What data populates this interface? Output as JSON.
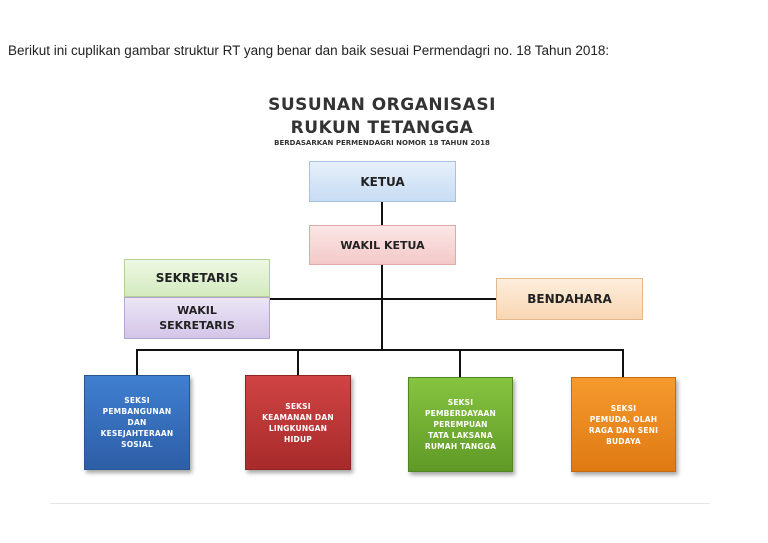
{
  "intro_text": "Berikut ini cuplikan gambar struktur RT yang benar dan baik sesuai Permendagri no. 18 Tahun 2018:",
  "chart": {
    "title_line1": "SUSUNAN ORGANISASI",
    "title_line2": "RUKUN TETANGGA",
    "subtitle": "BERDASARKAN PERMENDAGRI NOMOR 18 TAHUN 2018",
    "nodes": {
      "ketua": "KETUA",
      "wakil_ketua": "WAKIL KETUA",
      "sekretaris": "SEKRETARIS",
      "wakil_sekretaris": "WAKIL\nSEKRETARIS",
      "bendahara": "BENDAHARA"
    },
    "seksi": [
      "SEKSI\nPEMBANGUNAN\nDAN\nKESEJAHTERAAN\nSOSIAL",
      "SEKSI\nKEAMANAN DAN\nLINGKUNGAN\nHIDUP",
      "SEKSI\nPEMBERDAYAAN\nPEREMPUAN\nTATA LAKSANA\nRUMAH TANGGA",
      "SEKSI\nPEMUDA, OLAH\nRAGA DAN SENI\nBUDAYA"
    ],
    "colors": {
      "ketua": "#c7dcf3",
      "wakil_ketua": "#f3c9c8",
      "sekretaris": "#d3ebbf",
      "wakil_sekretaris": "#d3c5e8",
      "bendahara": "#f8d6b2",
      "seksi_1": "#2d5ea6",
      "seksi_2": "#a82a2a",
      "seksi_3": "#5f9a26",
      "seksi_4": "#df7a12"
    }
  }
}
